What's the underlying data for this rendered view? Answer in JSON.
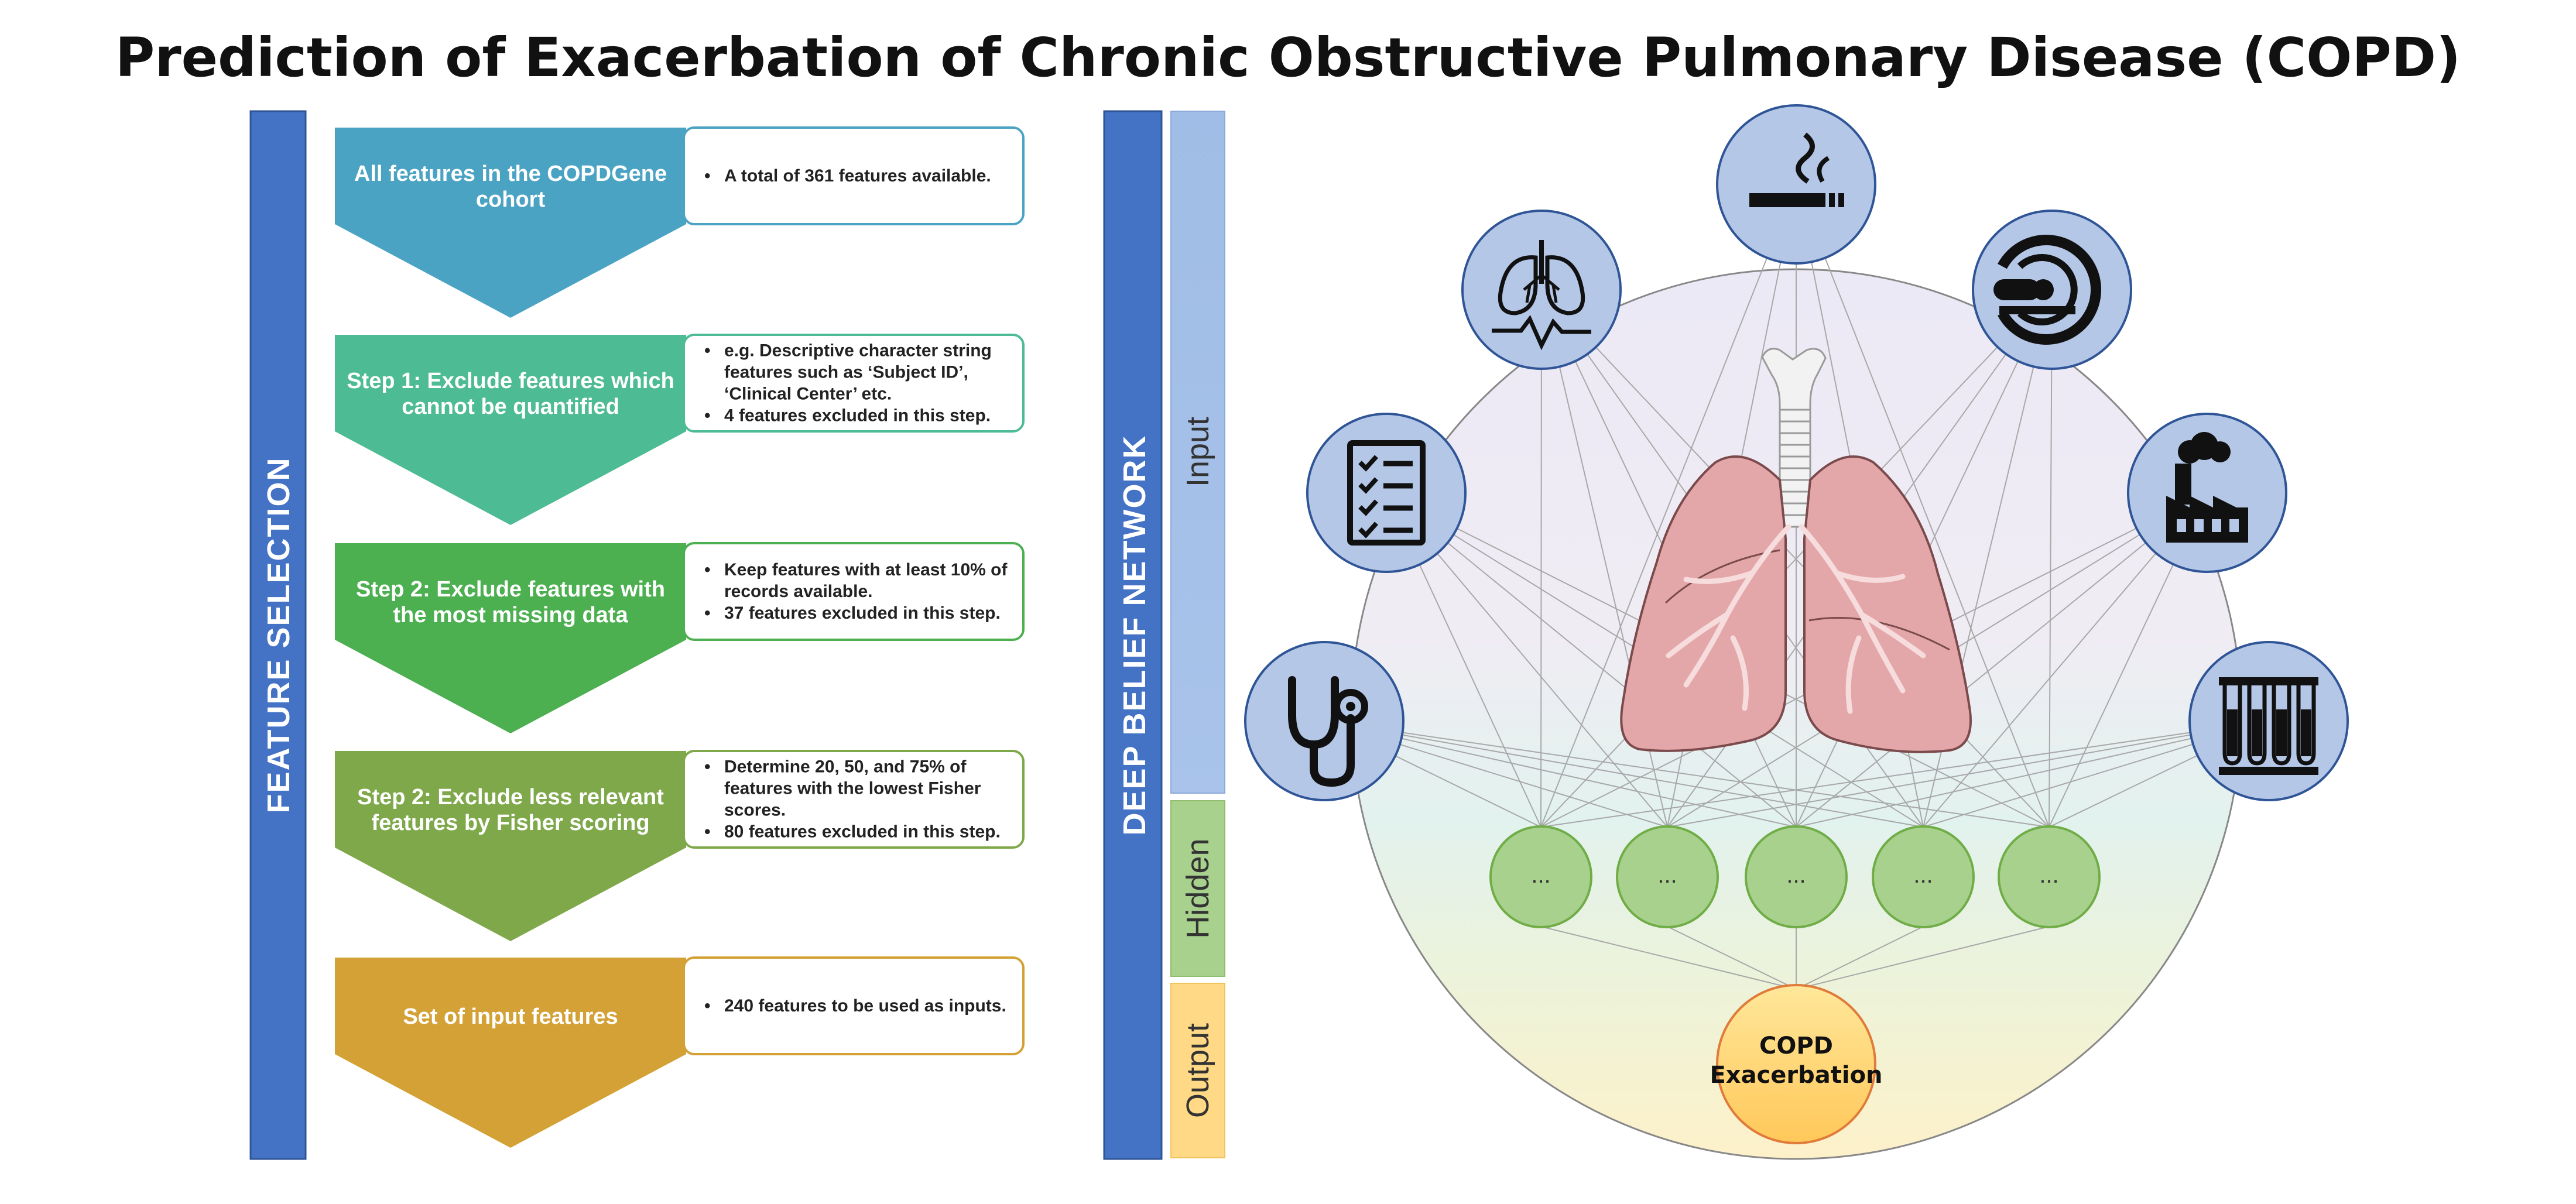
{
  "title": "Prediction of Exacerbation of Chronic Obstructive Pulmonary Disease (COPD)",
  "feature_selection": {
    "label": "FEATURE SELECTION",
    "steps": [
      {
        "title": [
          "All features in the COPDGene",
          "cohort"
        ],
        "color": "#4ba3c3",
        "bullets": [
          [
            "A total of 361 features available."
          ]
        ]
      },
      {
        "title": [
          "Step 1: Exclude features which",
          "cannot be quantified"
        ],
        "color": "#4dbb94",
        "bullets": [
          [
            "e.g. Descriptive character string",
            "features such as ‘Subject ID’,",
            "‘Clinical Center’ etc."
          ],
          [
            "4 features excluded in this step."
          ]
        ]
      },
      {
        "title": [
          "Step 2: Exclude features with",
          "the most missing data"
        ],
        "color": "#4caf50",
        "bullets": [
          [
            "Keep features with at least 10% of",
            "records available."
          ],
          [
            "37 features excluded in this step."
          ]
        ]
      },
      {
        "title": [
          "Step 2: Exclude less relevant",
          "features by Fisher scoring"
        ],
        "color": "#7fa84a",
        "bullets": [
          [
            "Determine 20, 50, and 75% of",
            "features with the lowest Fisher",
            "scores."
          ],
          [
            "80 features excluded in this step."
          ]
        ]
      },
      {
        "title": [
          "Set of input features"
        ],
        "color": "#d4a136",
        "bullets": [
          [
            "240 features to be used as inputs."
          ]
        ]
      }
    ]
  },
  "dbn": {
    "label": "DEEP BELIEF NETWORK",
    "layers": [
      "Input",
      "Hidden",
      "Output"
    ],
    "input_icons": [
      "stethoscope-icon",
      "checklist-icon",
      "lungs-icon",
      "smoking-icon",
      "ct-scanner-icon",
      "factory-icon",
      "test-tubes-icon"
    ],
    "hidden_label": "...",
    "hidden_count": 5,
    "output_label": [
      "COPD",
      "Exacerbation"
    ]
  },
  "colors": {
    "blue_bar": "#4472c4",
    "input_node": "#b4c7e7",
    "hidden_node": "#a9d18e",
    "output_node": "#ffd966"
  }
}
